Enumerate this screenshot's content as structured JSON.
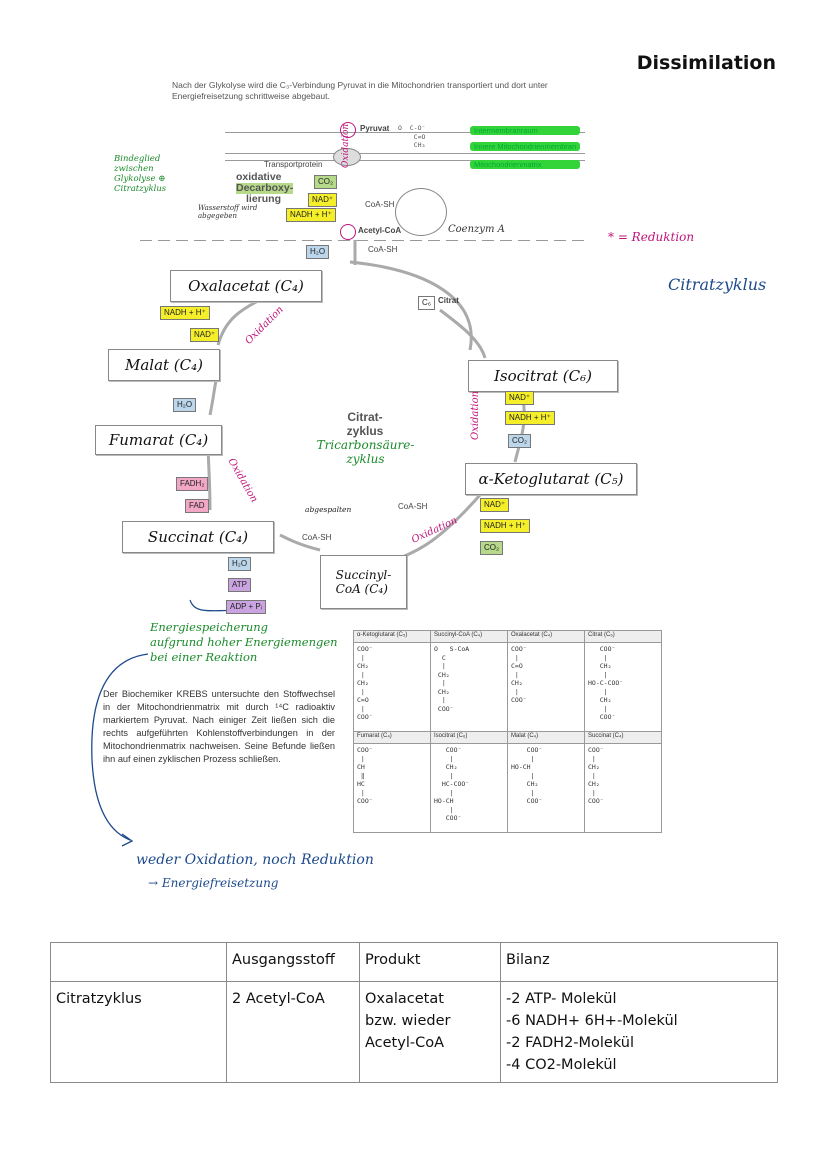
{
  "page_title": "Dissimilation",
  "intro_text": "Nach der Glykolyse wird die C₃-Verbindung Pyruvat in die Mitochondrien transportiert und dort unter Energiefreisetzung schrittweise abgebaut.",
  "top_diagram": {
    "pyruvat_label": "Pyruvat",
    "transportprotein": "Transportprotein",
    "oxidative_label": "oxidative",
    "decarboxy_label": "Decarboxy-",
    "lierung_label": "lierung",
    "co2": "CO₂",
    "nad_plus": "NAD⁺",
    "nadh": "NADH + H⁺",
    "coa_sh": "CoA-SH",
    "acetyl_coa": "Acetyl-CoA",
    "coenzym_a": "Coenzym A",
    "oxidation_vertical": "Oxidation",
    "membrane_labels": [
      "Intermembranraum",
      "Innere Mitochondrienmembran",
      "Mitochondrienmatrix"
    ],
    "handnote_left": "Bindeglied zwischen Glykolyse ⊕ Citratzyklus",
    "handnote_small": "Wasserstoff wird abgegeben",
    "reduktion_note": "* = Reduktion"
  },
  "cycle": {
    "side_label": "Citratzyklus",
    "center_title": "Citrat-\nzyklus",
    "center_sub": "Tricarbonsäure-\nzyklus",
    "citrat": "Citrat",
    "c6": "C₆",
    "h2o": "H₂O",
    "coa_sh": "CoA-SH",
    "oxalacetat": "Oxalacetat (C₄)",
    "malat": "Malat (C₄)",
    "fumarat": "Fumarat (C₄)",
    "succinat": "Succinat (C₄)",
    "succinyl": "Succinyl-\nCoA (C₄)",
    "ketoglutarat": "α-Ketoglutarat (C₅)",
    "isocitrat": "Isocitrat (C₆)",
    "nad_plus": "NAD⁺",
    "nadh": "NADH + H⁺",
    "co2": "CO₂",
    "fadh2": "FADH₂",
    "fad": "FAD",
    "atp": "ATP",
    "adp": "ADP + Pᵢ",
    "oxidation": "Oxidation",
    "abgespalten": "abgespalten",
    "energy_note": "Energiespeicherung\naufgrund hoher Energiemengen\nbei einer Reaktion",
    "bottom_note_1": "weder Oxidation, noch Reduktion",
    "bottom_note_2": "→ Energiefreisetzung"
  },
  "krebs_text": "Der Biochemiker KREBS untersuchte den Stoffwechsel in der Mitochondrienmatrix mit durch ¹⁴C radioaktiv markiertem Pyruvat. Nach einiger Zeit ließen sich die rechts aufgeführten Kohlenstoffverbindungen in der Mitochondrienmatrix nachweisen. Seine Befunde ließen ihn auf einen zyklischen Prozess schließen.",
  "molecules": [
    {
      "name": "α-Ketoglutarat (C₅)",
      "formula": "COO⁻\n |\nCH₂\n |\nCH₂\n |\nC=O\n |\nCOO⁻"
    },
    {
      "name": "Succinyl-CoA (C₄)",
      "formula": "O   S-CoA\n  C\n  |\n CH₂\n  |\n CH₂\n  |\n COO⁻"
    },
    {
      "name": "Oxalacetat (C₄)",
      "formula": "COO⁻\n |\nC=O\n |\nCH₂\n |\nCOO⁻"
    },
    {
      "name": "Citrat (C₆)",
      "formula": "   COO⁻\n    |\n   CH₂\n    |\nHO-C-COO⁻\n    |\n   CH₂\n    |\n   COO⁻"
    },
    {
      "name": "Fumarat (C₄)",
      "formula": "COO⁻\n |\nCH\n ‖\nHC\n |\nCOO⁻"
    },
    {
      "name": "Isocitrat (C₆)",
      "formula": "   COO⁻\n    |\n   CH₂\n    |\n  HC-COO⁻\n    |\nHO-CH\n    |\n   COO⁻"
    },
    {
      "name": "Malat (C₄)",
      "formula": "    COO⁻\n     |\nHO-CH\n     |\n    CH₂\n     |\n    COO⁻"
    },
    {
      "name": "Succinat (C₄)",
      "formula": "COO⁻\n |\nCH₂\n |\nCH₂\n |\nCOO⁻"
    }
  ],
  "summary_table": {
    "headers": [
      "",
      "Ausgangsstoff",
      "Produkt",
      "Bilanz"
    ],
    "row": {
      "name": "Citratzyklus",
      "ausgangsstoff": "2 Acetyl-CoA",
      "produkt": "Oxalacetat\nbzw. wieder\nAcetyl-CoA",
      "bilanz": "-2 ATP- Molekül\n-6 NADH+ 6H+-Molekül\n-2 FADH2-Molekül\n-4 CO2-Molekül"
    }
  },
  "colors": {
    "nad_yellow": "#f5ef2a",
    "water_blue": "#bcd6ec",
    "co2_green": "#b6d98a",
    "fad_pink": "#f2a7c4",
    "atp_violet": "#c9a4e0",
    "highlight_green": "#33d43a",
    "handwriting_magenta": "#c0157a",
    "handwriting_green": "#1a8a2a",
    "handwriting_blue": "#1d4a8c"
  }
}
